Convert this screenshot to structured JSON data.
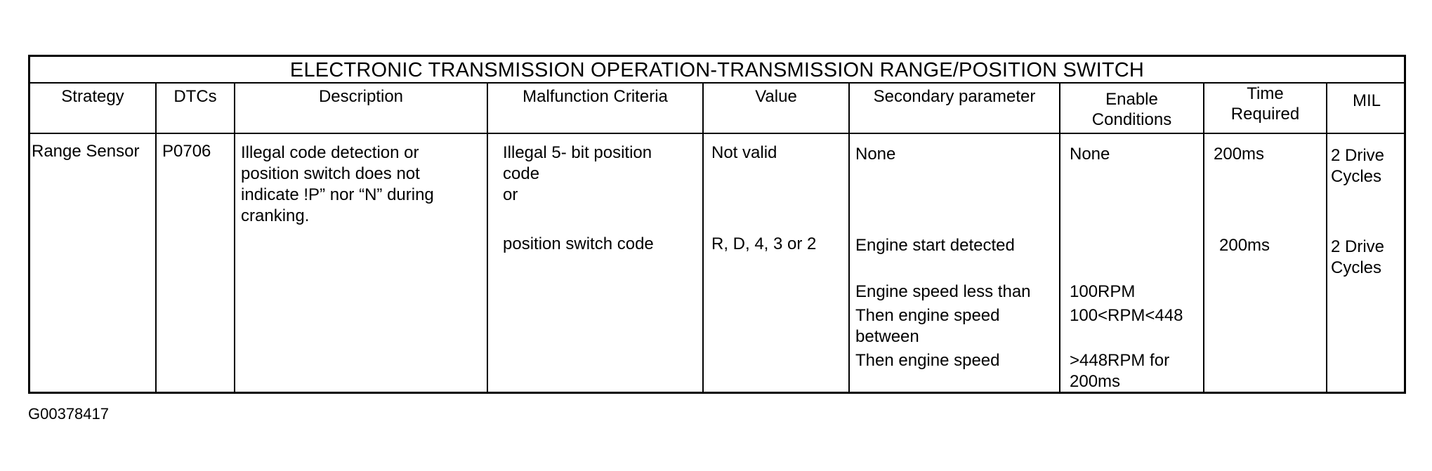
{
  "table": {
    "title": "ELECTRONIC TRANSMISSION OPERATION-TRANSMISSION RANGE/POSITION SWITCH",
    "headers": {
      "strategy": "Strategy",
      "dtcs": "DTCs",
      "description": "Description",
      "malfunction": "Malfunction Criteria",
      "value": "Value",
      "secondary": "Secondary parameter",
      "enable": "Enable\nConditions",
      "time": "Time\nRequired",
      "mil": "MIL"
    },
    "row": {
      "strategy": "Range Sensor",
      "dtc": "P0706",
      "description": "Illegal code detection or\nposition switch does not\nindicate !P” nor “N” during\ncranking.",
      "malfunction_1": "Illegal 5- bit position\ncode\nor",
      "malfunction_2": "position switch code",
      "value_1": "Not valid",
      "value_2": "R, D, 4, 3 or 2",
      "secondary_1": "None",
      "secondary_2": "Engine start detected",
      "secondary_3": "Engine speed less than",
      "secondary_4": "Then engine speed\nbetween",
      "secondary_5": "Then engine speed",
      "enable_1": "None",
      "enable_3": "100RPM",
      "enable_4": "100<RPM<448",
      "enable_5": ">448RPM  for\n200ms",
      "time_1": "200ms",
      "time_2": "200ms",
      "mil_1": "2 Drive\nCycles",
      "mil_2": "2 Drive\nCycles"
    }
  },
  "footer": {
    "figure_id": "G00378417"
  }
}
